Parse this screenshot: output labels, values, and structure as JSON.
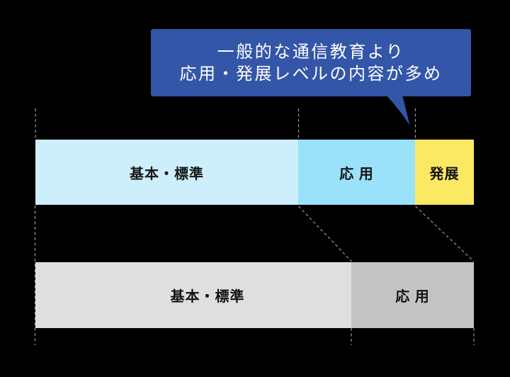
{
  "colors": {
    "background": "#000000",
    "callout_blue": "#3356a9",
    "callout_text": "#ffffff",
    "level_basic_blue": "#cdeefb",
    "level_applied_blue": "#9ae1fa",
    "level_advanced_yellow": "#fbe963",
    "generic_basic_gray": "#dfdfdf",
    "generic_applied_gray": "#c3c3c3",
    "guide_line_gray": "#9a9a9a",
    "bar_label_text": "#141414"
  },
  "callout": {
    "line1": "一般的な通信教育より",
    "line2": "応用・発展レベルの内容が多め"
  },
  "bars": {
    "top": {
      "segments": [
        {
          "label": "基本・標準"
        },
        {
          "label": "応 用"
        },
        {
          "label": "発展"
        }
      ]
    },
    "bottom": {
      "segments": [
        {
          "label": "基本・標準"
        },
        {
          "label": "応 用"
        }
      ]
    }
  }
}
